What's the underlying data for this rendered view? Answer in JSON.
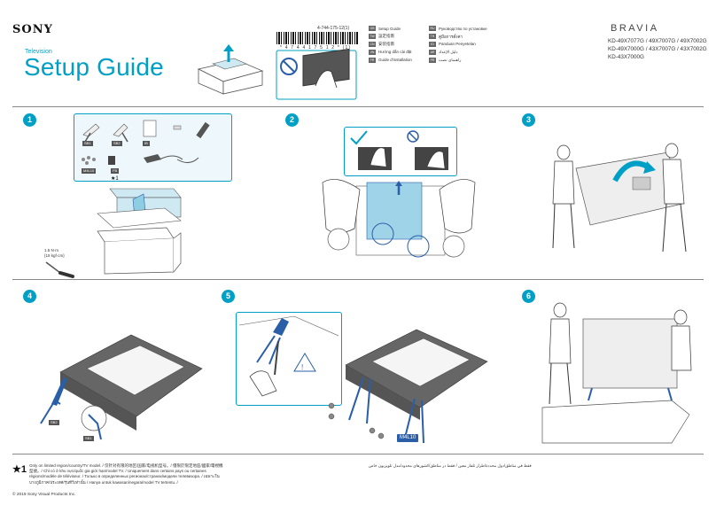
{
  "header": {
    "brand": "SONY",
    "product": "Television",
    "title": "Setup Guide",
    "part_number": "4-744-175-12(1)",
    "barcode_text": "* 4 7 4 4 1 7 5 1 2 * (1)",
    "series": "BRAVIA",
    "models": [
      "KD-49X7077G / 49X7007G / 49X7002G",
      "KD-49X7000G / 43X7007G / 43X7002G",
      "KD-43X7000G"
    ]
  },
  "languages": {
    "left": [
      {
        "code": "GB",
        "name": "Setup Guide"
      },
      {
        "code": "TW",
        "name": "設定指南"
      },
      {
        "code": "CN",
        "name": "安装指南"
      },
      {
        "code": "VN",
        "name": "Hướng dẫn cài đặt"
      },
      {
        "code": "FR",
        "name": "Guide d'installation"
      }
    ],
    "right": [
      {
        "code": "RU",
        "name": "Руководство по установке"
      },
      {
        "code": "TH",
        "name": "คู่มือการตั้งค่า"
      },
      {
        "code": "ID",
        "name": "Panduan Penyetelan"
      },
      {
        "code": "AR",
        "name": "دليل الإعداد"
      },
      {
        "code": "PR",
        "name": "راهنمای نصب"
      }
    ]
  },
  "steps": [
    "1",
    "2",
    "3",
    "4",
    "5",
    "6"
  ],
  "parts": {
    "sb1": "SB1",
    "sb2": "SB2",
    "ib": "IB",
    "m4l10": "M4L10",
    "fb": "FB",
    "star": "★1"
  },
  "torque": [
    "1.5 N·m {15 kgf·cm}",
    "1.5 N·m",
    "{15 kgf·cm}"
  ],
  "step4_labels": {
    "sb2": "SB2",
    "sb1": "SB1"
  },
  "step5_labels": {
    "m4l10": "M4L10"
  },
  "footnote": {
    "mark": "★1",
    "text": "Only on limited region/country/TV model. / 仅针对有限的地区/国家/电视机型号。/ 僅限於限定地區/國家/電視機型號。/ Chỉ có ở khu vực/quốc gia giới hạn/model TV. / Uniquement dans certains pays ou certaines régions/modèle de téléviseur. / Только в определенных регионах/странах/модели телевизора. / เฉพาะในบางภูมิภาค/ประเทศ/รุ่นทีวีเท่านั้น / Hanya untuk kawasan/negara/model TV tertentu. /",
    "arabic": "فقط في مناطق/دول محددة/طراز تلفاز معين / فقط در مناطق/کشورهای محدود/مدل تلویزیون خاص"
  },
  "copyright": "© 2019 Sony Visual Products Inc."
}
